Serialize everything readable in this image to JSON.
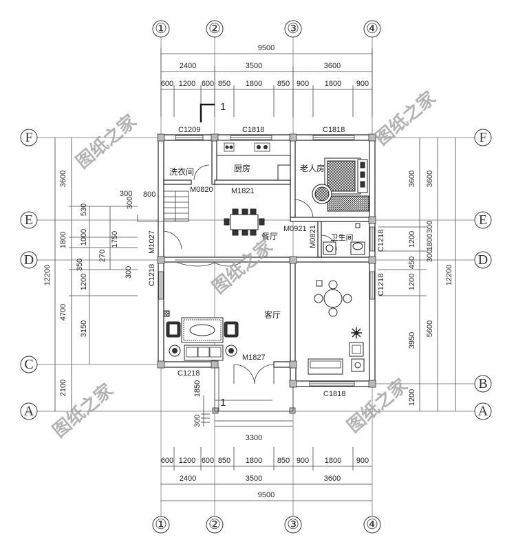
{
  "axes_top": [
    "①",
    "②",
    "③",
    "④"
  ],
  "axes_bottom": [
    "①",
    "②",
    "③",
    "④"
  ],
  "axes_left": [
    "F",
    "E",
    "D",
    "C",
    "A"
  ],
  "axes_right": [
    "F",
    "E",
    "D",
    "B",
    "A"
  ],
  "dims_top": {
    "total": "9500",
    "row2": [
      "2400",
      "3500",
      "3600"
    ],
    "row3": [
      "600",
      "1200",
      "600",
      "850",
      "1800",
      "850",
      "900",
      "1800",
      "900"
    ]
  },
  "dims_bottom": {
    "total": "9500",
    "row2": [
      "2400",
      "3500",
      "3600"
    ],
    "row1": [
      "600",
      "1200",
      "600",
      "850",
      "1800",
      "850",
      "900",
      "1800",
      "900"
    ]
  },
  "dims_left": {
    "total": "12200",
    "col2": [
      "3600",
      "1800",
      "4700",
      "2100"
    ],
    "col3": [
      "530",
      "1000",
      "350",
      "1200",
      "3150"
    ],
    "col4": [
      "270",
      "300",
      "1750",
      "300"
    ],
    "stair": [
      "300",
      "800",
      "300"
    ]
  },
  "dims_right": {
    "total": "12200",
    "col2": [
      "3600",
      "5600",
      "1200"
    ],
    "col3": [
      "3600",
      "1800",
      "300",
      "3950"
    ],
    "col4": [
      "300",
      "1200",
      "450",
      "1200"
    ]
  },
  "porch": {
    "width": "3300",
    "depth": "1850",
    "step": "300",
    "section_mark": "1"
  },
  "section_mark_top": "1",
  "labels": {
    "c1209": "C1209",
    "c1818_a": "C1818",
    "c1818_b": "C1818",
    "c1818_c": "C1818",
    "c1218_a": "C1218",
    "c1218_b": "C1218",
    "c1218_c": "C1218",
    "c1218_d": "C1218",
    "m0820": "M0820",
    "m1821": "M1821",
    "m0921a": "M0921",
    "m0821": "M0821",
    "m1027": "M1027",
    "m1827": "M1827"
  },
  "rooms": {
    "laundry": "洗衣间",
    "kitchen": "厨房",
    "elder": "老人房",
    "dining": "餐厅",
    "bath": "卫生间",
    "living": "客厅"
  },
  "watermark": "图纸之家"
}
